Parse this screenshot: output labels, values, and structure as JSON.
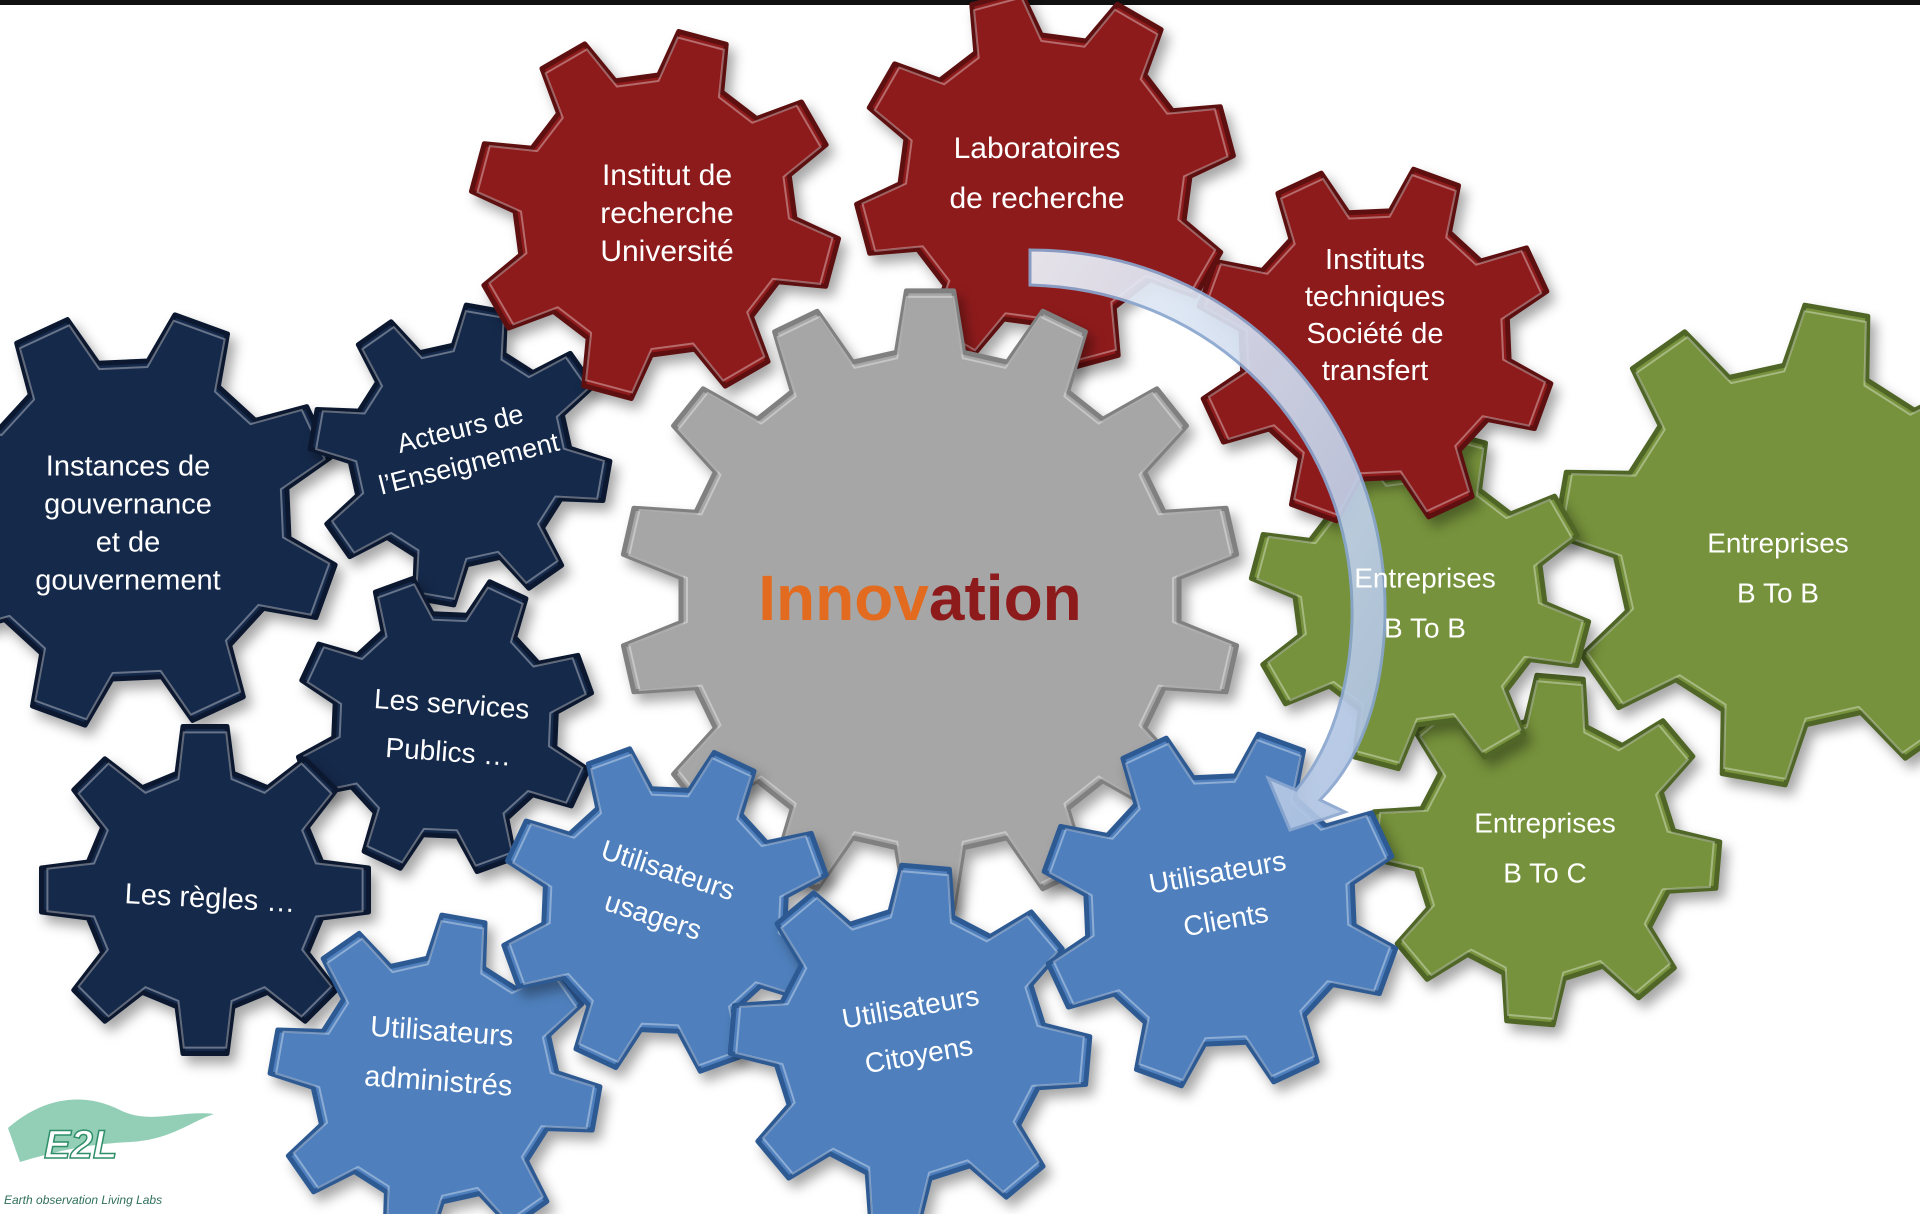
{
  "colors": {
    "red": "#8e1b1c",
    "red_dark": "#5e0f10",
    "navy": "#15294a",
    "navy_dark": "#0b1830",
    "light_blue": "#4f80bd",
    "light_blue_dark": "#2e5a94",
    "green": "#76923c",
    "green_dark": "#4f6626",
    "grey": "#a6a6a6",
    "grey_dark": "#808080",
    "innovation_orange": "#e26b1f",
    "innovation_red": "#8e1b1c",
    "arrow": "#c9d7ec"
  },
  "center": {
    "label_part1": "Innov",
    "label_part2": "ation"
  },
  "gears": {
    "institut": {
      "lines": [
        "Institut de",
        "recherche",
        "Université"
      ]
    },
    "laboratoires": {
      "lines": [
        "Laboratoires",
        "de recherche"
      ]
    },
    "instituts_techniques": {
      "lines": [
        "Instituts",
        "techniques",
        "Société de",
        "transfert"
      ]
    },
    "instances": {
      "lines": [
        "Instances de",
        "gouvernance",
        "et de",
        "gouvernement"
      ]
    },
    "acteurs": {
      "lines": [
        "Acteurs de",
        "l’Enseignement"
      ]
    },
    "services": {
      "lines": [
        "Les services",
        "Publics …"
      ]
    },
    "regles": {
      "lines": [
        "Les règles …"
      ]
    },
    "ent_btob_small": {
      "lines": [
        "Entreprises",
        "B To B"
      ]
    },
    "ent_btob_large": {
      "lines": [
        "Entreprises",
        "B To B"
      ]
    },
    "ent_btoc": {
      "lines": [
        "Entreprises",
        "B To C"
      ]
    },
    "usagers": {
      "lines": [
        "Utilisateurs",
        "usagers"
      ]
    },
    "clients": {
      "lines": [
        "Utilisateurs",
        "Clients"
      ]
    },
    "citoyens": {
      "lines": [
        "Utilisateurs",
        "Citoyens"
      ]
    },
    "administres": {
      "lines": [
        "Utilisateurs",
        "administrés"
      ]
    }
  },
  "logo": {
    "mark": "E2L",
    "caption": "Earth observation Living Labs"
  }
}
